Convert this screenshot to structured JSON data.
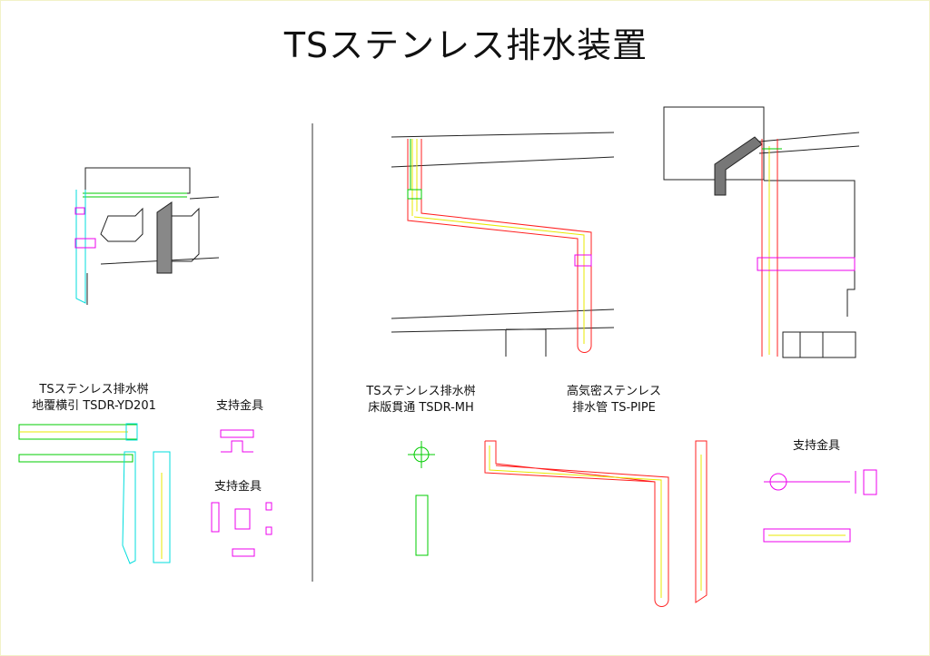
{
  "title": "TSステンレス排水装置",
  "labels": {
    "yd201_line1": "TSステンレス排水桝",
    "yd201_line2": "地覆横引 TSDR-YD201",
    "support1": "支持金具",
    "support2": "支持金具",
    "mh_line1": "TSステンレス排水桝",
    "mh_line2": "床版貫通 TSDR-MH",
    "pipe_line1": "高気密ステンレス",
    "pipe_line2": "排水管 TS-PIPE",
    "support3": "支持金具"
  },
  "colors": {
    "outline": "#222222",
    "green": "#00cc00",
    "cyan": "#00dddd",
    "magenta": "#ee00ee",
    "red": "#ff2020",
    "yellow": "#e8e800"
  }
}
